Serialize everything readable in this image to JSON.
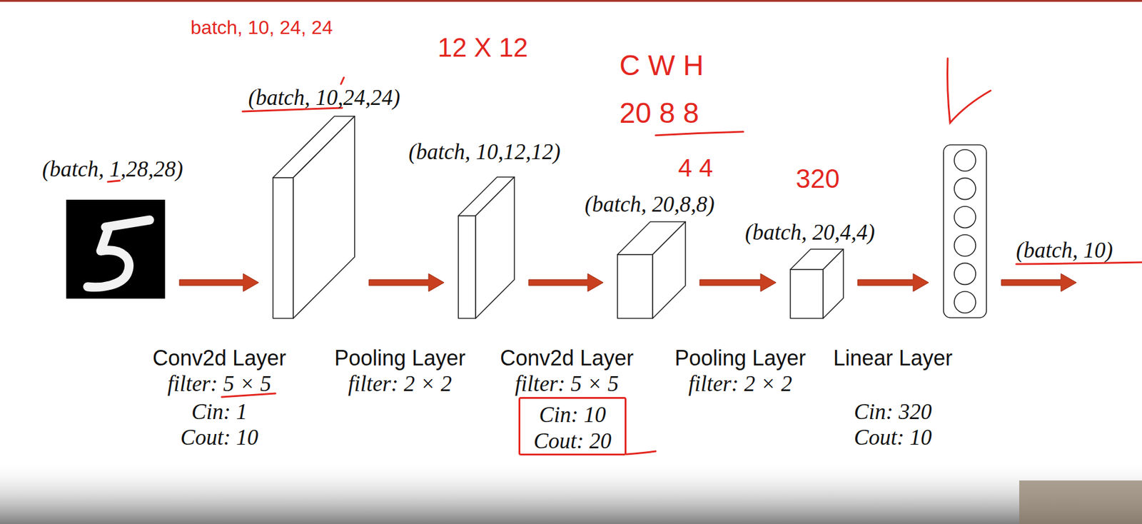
{
  "diagram": {
    "nodes": [
      {
        "text": [
          "(batch, 1,28,28)"
        ]
      },
      {
        "text": [
          "(batch, 10,24,24)"
        ]
      },
      {
        "text": [
          "(batch, 10,12,12)"
        ]
      },
      {
        "text": [
          "(batch, 20,8,8)"
        ]
      },
      {
        "text": [
          "Cin: 10",
          "Cout: 20"
        ]
      },
      {
        "text": [
          "(batch, 20,4,4)"
        ]
      },
      {
        "text": [
          "Linear Layer",
          "Cin: 320",
          "Cout: 10"
        ]
      }
    ],
    "edges": [
      {
        "from": 0,
        "to": 1,
        "arrow": "to"
      },
      {
        "from": 1,
        "to": 2,
        "arrow": "to"
      },
      {
        "from": 2,
        "to": 3,
        "arrow": "to"
      },
      {
        "from": 3,
        "to": 5,
        "arrow": "to"
      },
      {
        "from": 5,
        "to": 6,
        "arrow": "to"
      }
    ],
    "labels": [
      "batch, 10, 24, 24",
      "12 X 12",
      "C W H",
      "20 8 8",
      "4 4",
      "320",
      "Conv2d Layer",
      "filter: 5 × 5",
      "Cin: 1",
      "Cout: 10",
      "Pooling Layer",
      "filter: 2 × 2",
      "Conv2d Layer",
      "filter: 5 × 5",
      "Pooling Layer",
      "filter: 2 × 2",
      "(batch, 10)"
    ]
  }
}
